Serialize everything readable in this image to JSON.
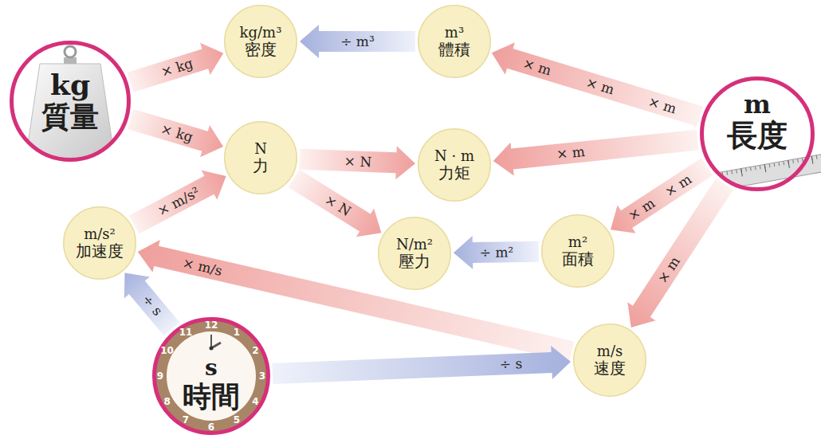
{
  "diagram": {
    "nodes": [
      {
        "text": [
          "kg",
          "質量"
        ]
      },
      {
        "text": [
          "kg/m³",
          "密度"
        ]
      },
      {
        "text": [
          "m³",
          "體積"
        ]
      },
      {
        "text": [
          "m",
          "長度"
        ]
      },
      {
        "text": [
          "N",
          "力"
        ]
      },
      {
        "text": [
          "N · m",
          "力矩"
        ]
      },
      {
        "text": [
          "m/s²",
          "加速度"
        ]
      },
      {
        "text": [
          "N/m²",
          "壓力"
        ]
      },
      {
        "text": [
          "m²",
          "面積"
        ]
      },
      {
        "text": [
          "s",
          "時間"
        ]
      },
      {
        "text": [
          "m/s",
          "速度"
        ]
      }
    ],
    "edges": [
      {
        "from": 0,
        "to": 1,
        "label": "× kg",
        "arrow": "to"
      },
      {
        "from": 2,
        "to": 1,
        "label": "÷ m³",
        "arrow": "to"
      },
      {
        "from": 3,
        "to": 2,
        "label": "× m",
        "arrow": "to"
      },
      {
        "from": 0,
        "to": 4,
        "label": "× kg",
        "arrow": "to"
      },
      {
        "from": 4,
        "to": 5,
        "label": "× N",
        "arrow": "to"
      },
      {
        "from": 3,
        "to": 5,
        "label": "× m",
        "arrow": "to"
      },
      {
        "from": 6,
        "to": 4,
        "label": "× m/s²",
        "arrow": "to"
      },
      {
        "from": 4,
        "to": 7,
        "label": "× N",
        "arrow": "to"
      },
      {
        "from": 8,
        "to": 7,
        "label": "÷ m²",
        "arrow": "to"
      },
      {
        "from": 3,
        "to": 8,
        "label": "× m",
        "arrow": "to"
      },
      {
        "from": 10,
        "to": 6,
        "label": "× m/s",
        "arrow": "to"
      },
      {
        "from": 3,
        "to": 10,
        "label": "× m",
        "arrow": "to"
      },
      {
        "from": 9,
        "to": 6,
        "label": "÷ s",
        "arrow": "to"
      },
      {
        "from": 9,
        "to": 10,
        "label": "÷ s",
        "arrow": "to"
      }
    ],
    "labels": [
      "× m",
      "× m",
      "× m",
      "12",
      "1",
      "2",
      "3",
      "4",
      "5",
      "6",
      "7",
      "8",
      "9",
      "10",
      "11"
    ]
  }
}
